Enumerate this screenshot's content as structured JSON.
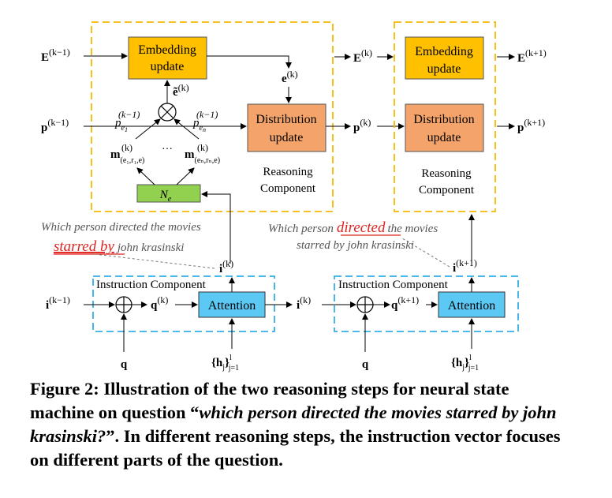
{
  "left_step": {
    "embedding_box": [
      "Embedding",
      "update"
    ],
    "distribution_box": [
      "Distribution",
      "update"
    ],
    "reasoning": [
      "Reasoning",
      "Component"
    ],
    "ne_label": "N",
    "ne_sub": "e",
    "e_tilde_label": "ẽ",
    "e_label": "e",
    "sup_k": "(k)",
    "sup_km1": "(k−1)",
    "E_in": "E",
    "p_in": "p",
    "p_sub1": "e",
    "p_sub1b": "1",
    "p_subn": "e",
    "p_subnb": "n",
    "m1_sub": "(e₁,r₁,e)",
    "mn_sub": "(eₙ,rₙ,e)",
    "m_label": "m",
    "dots": "···",
    "question_line1": "Which person directed the movies",
    "question_red": "starred by",
    "question_rest": "john krasinski"
  },
  "right_step": {
    "embedding_box": [
      "Embedding",
      "update"
    ],
    "distribution_box": [
      "Distribution",
      "update"
    ],
    "reasoning": [
      "Reasoning",
      "Component"
    ],
    "E_mid": "E",
    "p_mid": "p",
    "E_out": "E",
    "p_out": "p",
    "sup_k": "(k)",
    "sup_kp1": "(k+1)",
    "question_pre": "Which person",
    "question_red": "directed",
    "question_post": "the movies",
    "question_line2": "starred by john krasinski"
  },
  "instruction": {
    "component_label": "Instruction Component",
    "attention": "Attention",
    "i_label": "i",
    "q_label": "q",
    "h_label": "{h",
    "h_sub_j": "j",
    "h_close": "}",
    "h_range_top": "l",
    "h_range_bot": "j=1",
    "sup_km1": "(k−1)",
    "sup_k": "(k)",
    "sup_kp1": "(k+1)"
  },
  "caption": {
    "prefix": "Figure 2: Illustration of the two reasoning steps for neural state machine on question “",
    "italic": "which person directed the movies starred by john krasinski?",
    "suffix": "”. In different reasoning steps, the instruction vector focuses on different parts of the question."
  },
  "colors": {
    "orange_box": "#ffc000",
    "salmon_box": "#f4a46a",
    "green_box": "#92d050",
    "blue_box": "#5cc9f5",
    "orange_dash": "#f5b800",
    "blue_dash": "#35aee8",
    "red_text": "#e0231f"
  }
}
